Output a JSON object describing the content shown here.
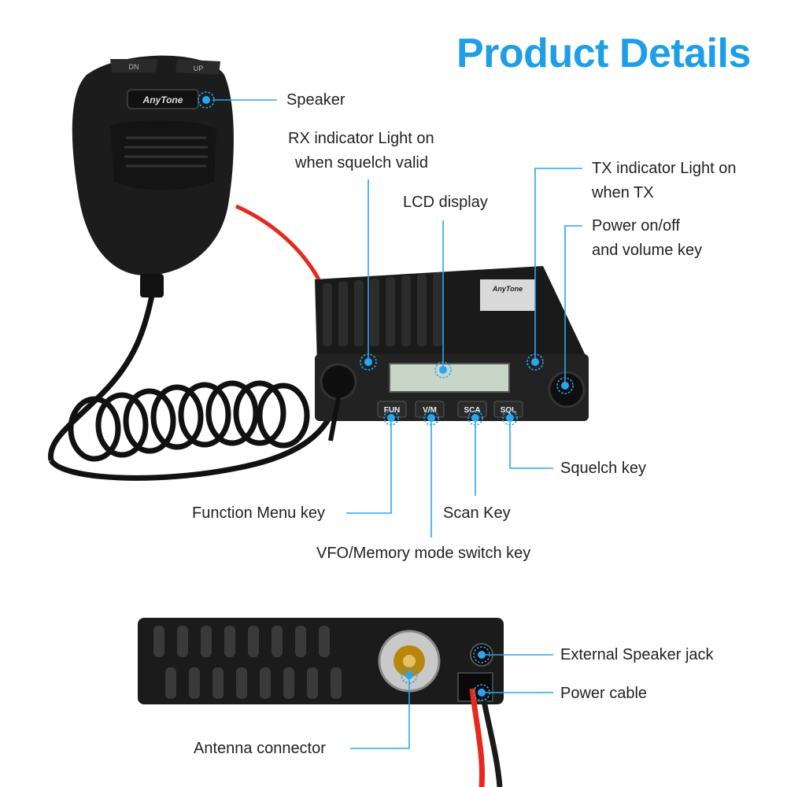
{
  "title": "Product Details",
  "brand": "AnyTone",
  "labels": {
    "speaker": "Speaker",
    "rx_line1": "RX indicator Light on",
    "rx_line2": "when squelch valid",
    "lcd": "LCD display",
    "tx_line1": "TX indicator Light on",
    "tx_line2": "when TX",
    "power_line1": "Power on/off",
    "power_line2": "and volume key",
    "squelch": "Squelch key",
    "function": "Function Menu key",
    "scan": "Scan Key",
    "vfo": "VFO/Memory mode switch key",
    "ext_speaker": "External Speaker jack",
    "power_cable": "Power cable",
    "antenna": "Antenna connector"
  },
  "buttons": [
    "FUN",
    "V/M",
    "SCA",
    "SQL"
  ],
  "mic_buttons": [
    "DN",
    "UP"
  ],
  "colors": {
    "accent": "#1d9ee6",
    "device": "#1a1a1a",
    "cable_red": "#e8281c"
  }
}
